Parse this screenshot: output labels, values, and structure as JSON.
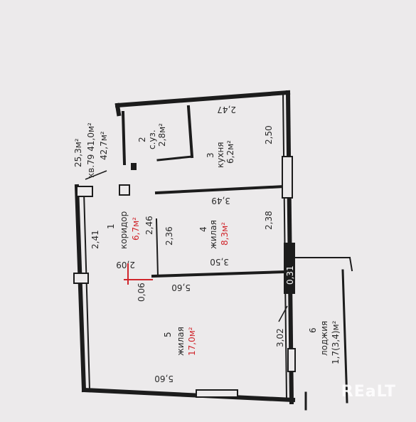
{
  "apartment": {
    "number_label": "кв.79",
    "area_living": "25,3м²",
    "area_total": "41,0м²",
    "area_with_loggia": "42,7м²"
  },
  "rooms": [
    {
      "num": "1",
      "name": "коридор",
      "area": "6,7м²",
      "highlight": true
    },
    {
      "num": "2",
      "name": "с.уз.",
      "area": "2,8м²",
      "highlight": false
    },
    {
      "num": "3",
      "name": "кухня",
      "area": "6,2м²",
      "highlight": false
    },
    {
      "num": "4",
      "name": "жилая",
      "area": "8,3м²",
      "highlight": true
    },
    {
      "num": "5",
      "name": "жилая",
      "area": "17,0м²",
      "highlight": true
    },
    {
      "num": "6",
      "name": "лоджия",
      "area": "1,7(3,4)м²",
      "highlight": false
    }
  ],
  "dimensions": {
    "d_2_47": "2,47",
    "d_2_50": "2,50",
    "d_3_49": "3,49",
    "d_2_38": "2,38",
    "d_2_46": "2,46",
    "d_2_36": "2,36",
    "d_2_41": "2,41",
    "d_3_50": "3,50",
    "d_0_31": "0,31",
    "d_2_09": "2,09",
    "d_0_06": "0,06",
    "d_5_60_top": "5,60",
    "d_5_60_bottom": "5,60",
    "d_3_02": "3,02"
  },
  "watermark": "REaLT",
  "colors": {
    "wall": "#1c1c1c",
    "paper": "#eceaeb",
    "text": "#2b2b2b",
    "highlight": "#d0252b"
  }
}
